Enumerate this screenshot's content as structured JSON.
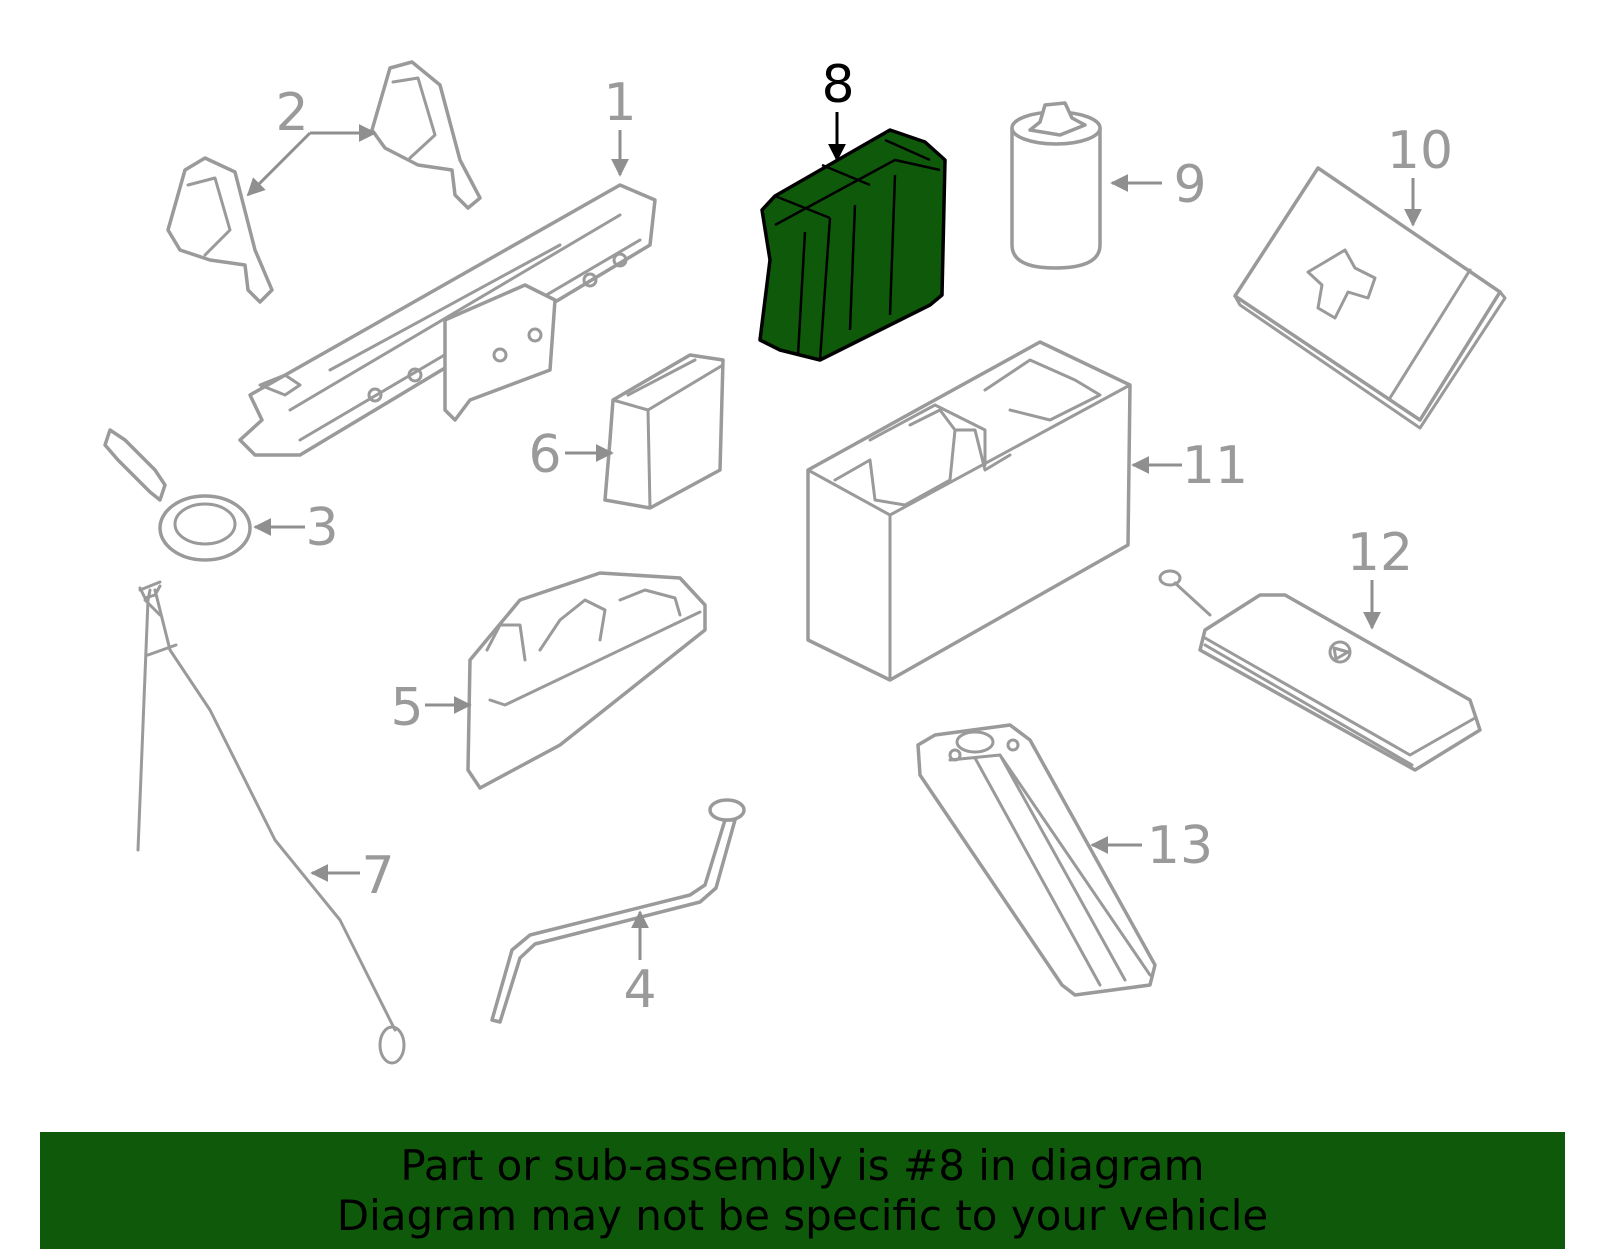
{
  "diagram": {
    "highlighted_part": "8",
    "highlight_color": "#0f5a0a",
    "line_color": "#9a9a9a",
    "callouts": {
      "c1": "1",
      "c2": "2",
      "c3": "3",
      "c4": "4",
      "c5": "5",
      "c6": "6",
      "c7": "7",
      "c8": "8",
      "c9": "9",
      "c10": "10",
      "c11": "11",
      "c12": "12",
      "c13": "13"
    }
  },
  "banner": {
    "line1": "Part or sub-assembly is #8 in diagram",
    "line2": "Diagram may not be specific to your vehicle",
    "background": "#0f5a0a"
  }
}
